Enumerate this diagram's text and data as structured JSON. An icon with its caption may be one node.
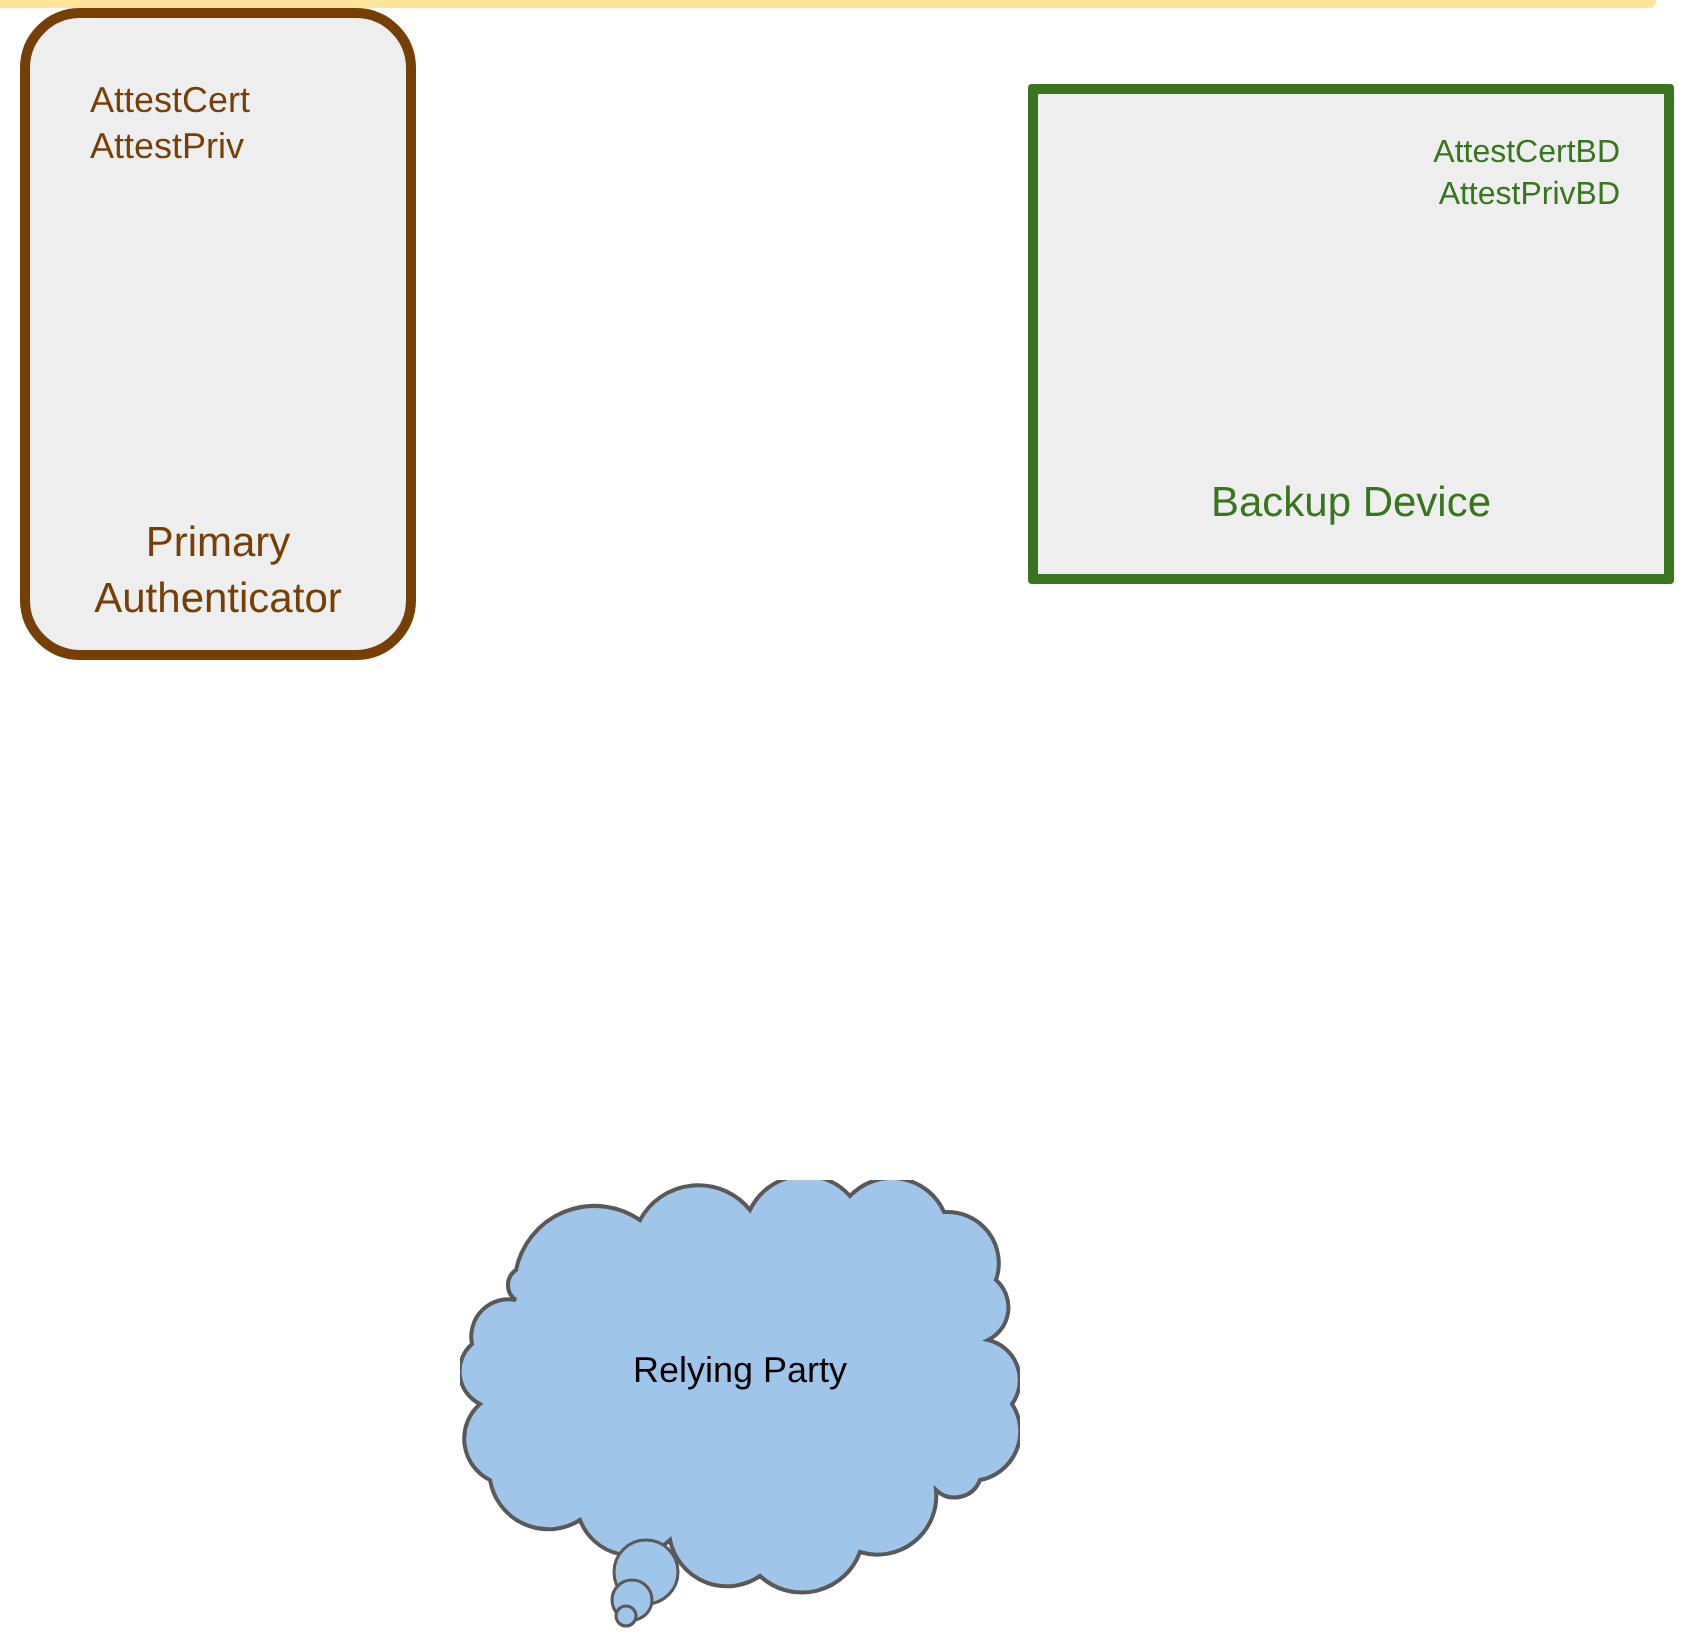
{
  "diagram": {
    "nodes": [
      {
        "text": [
          "AttestCert",
          "AttestPriv",
          "Primary Authenticator"
        ]
      },
      {
        "text": [
          "AttestCertBD",
          "AttestPrivBD",
          "Backup Device"
        ]
      },
      {
        "text": [
          "Relying Party"
        ]
      }
    ]
  }
}
